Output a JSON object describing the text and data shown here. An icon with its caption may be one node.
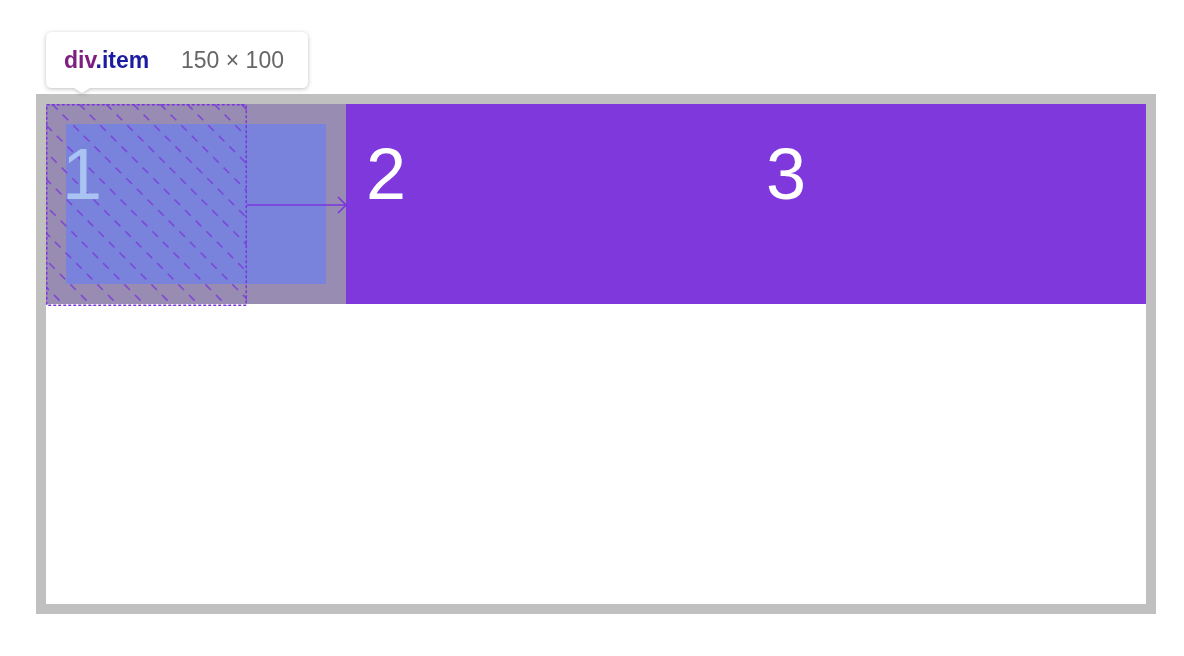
{
  "diagram": {
    "nodes": [
      {
        "text": [
          "div.item",
          "150 × 100"
        ]
      },
      {
        "text": [],
        "shape": "box"
      },
      {
        "text": [
          "1"
        ],
        "in": 1
      },
      {
        "text": [
          "2"
        ],
        "in": 1
      },
      {
        "text": [
          "3"
        ],
        "in": 1
      }
    ]
  }
}
